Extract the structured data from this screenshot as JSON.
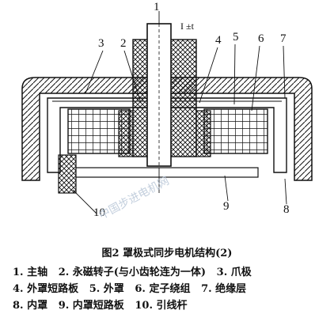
{
  "diagram": {
    "top_label": "I ±t",
    "callouts": [
      "1",
      "2",
      "3",
      "4",
      "5",
      "6",
      "7",
      "8",
      "9",
      "10"
    ]
  },
  "caption": {
    "title": "图2  罩极式同步电机结构(2)",
    "items": [
      "1. 主轴",
      "2. 永磁转子(与小齿轮连为一体)",
      "3. 爪极",
      "4. 外罩短路板",
      "5. 外罩",
      "6. 定子绕组",
      "7. 绝缘层",
      "8. 内罩",
      "9. 内罩短路板",
      "10. 引线杆"
    ]
  },
  "watermark": "中国步进电机网"
}
